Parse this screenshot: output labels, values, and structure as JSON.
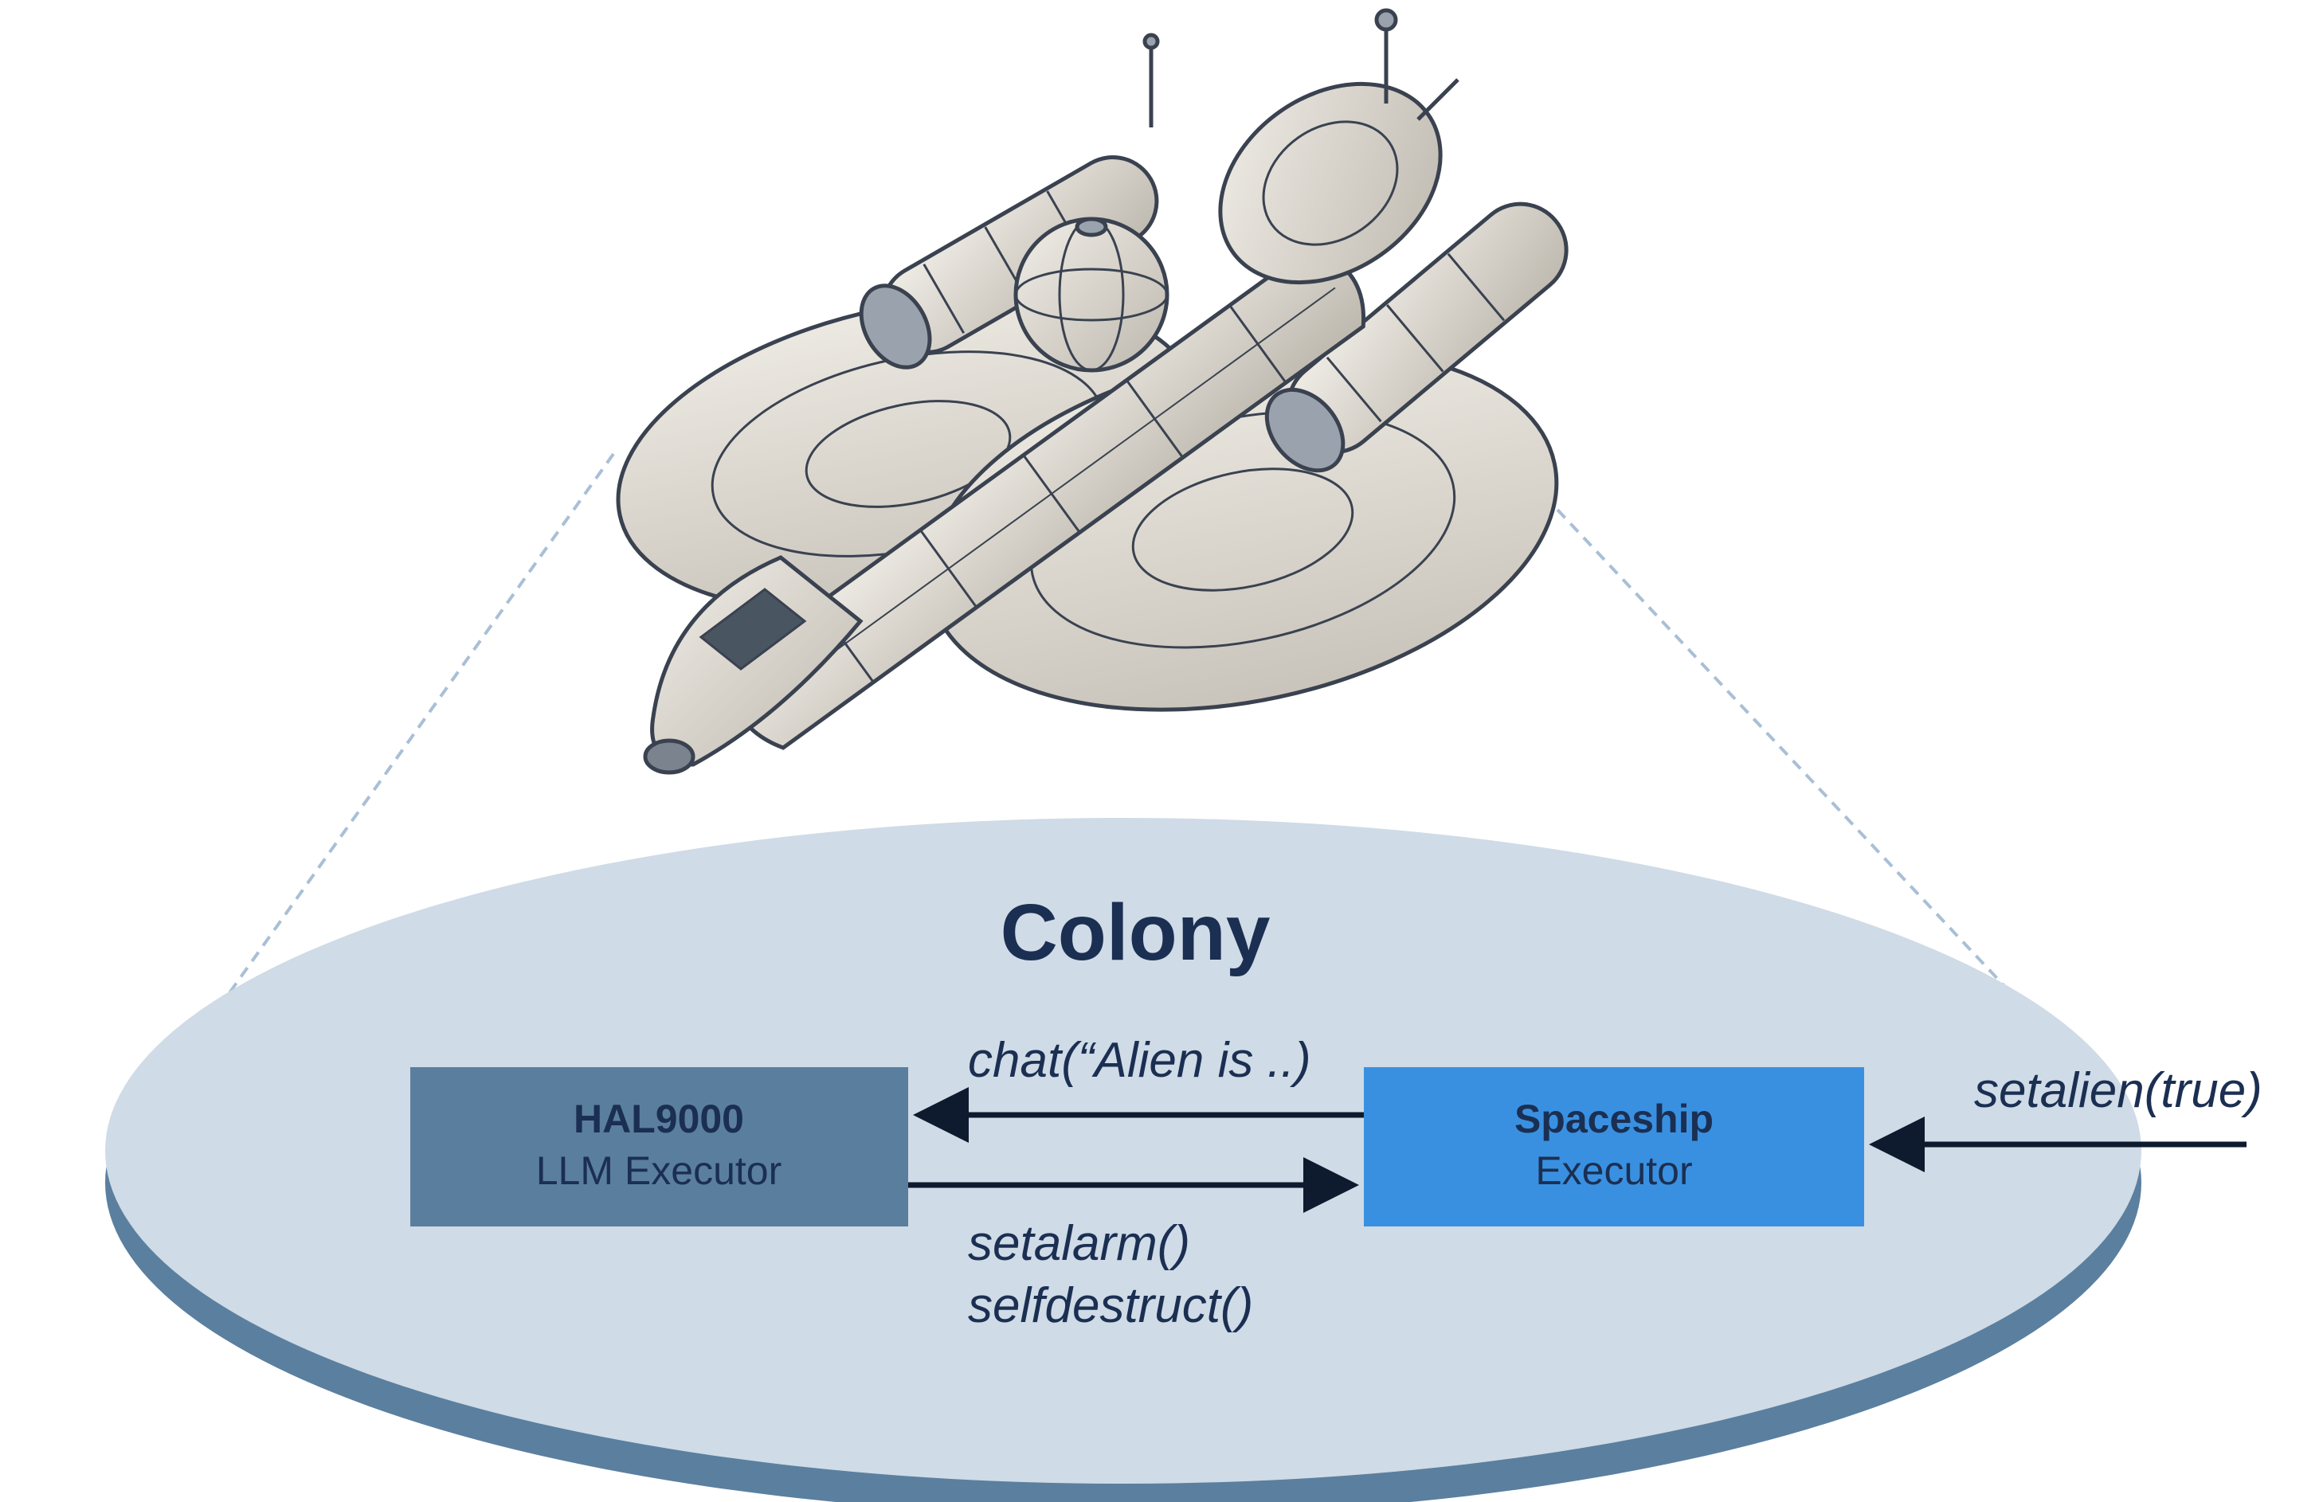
{
  "colony": {
    "title": "Colony"
  },
  "hal9000": {
    "title": "HAL9000",
    "subtitle": "LLM Executor"
  },
  "spaceship": {
    "title": "Spaceship",
    "subtitle": "Executor"
  },
  "messages": {
    "chat": "chat(“Alien is ..)",
    "setalarm": "setalarm()",
    "selfdestruct": "selfdestruct()",
    "setalien": "setalien(true)"
  },
  "colors": {
    "ellipse_top": "#cfdbe6",
    "ellipse_rim": "#5b7f9f",
    "hal_box": "#5a7e9e",
    "spaceship_box": "#3a90e0",
    "text_dark": "#1b2f52",
    "dashed_line": "#a9bfd6",
    "ship_hull": "#e6e3dc",
    "ship_outline": "#3a4250"
  },
  "illustration": {
    "subject": "spaceship-illustration"
  }
}
